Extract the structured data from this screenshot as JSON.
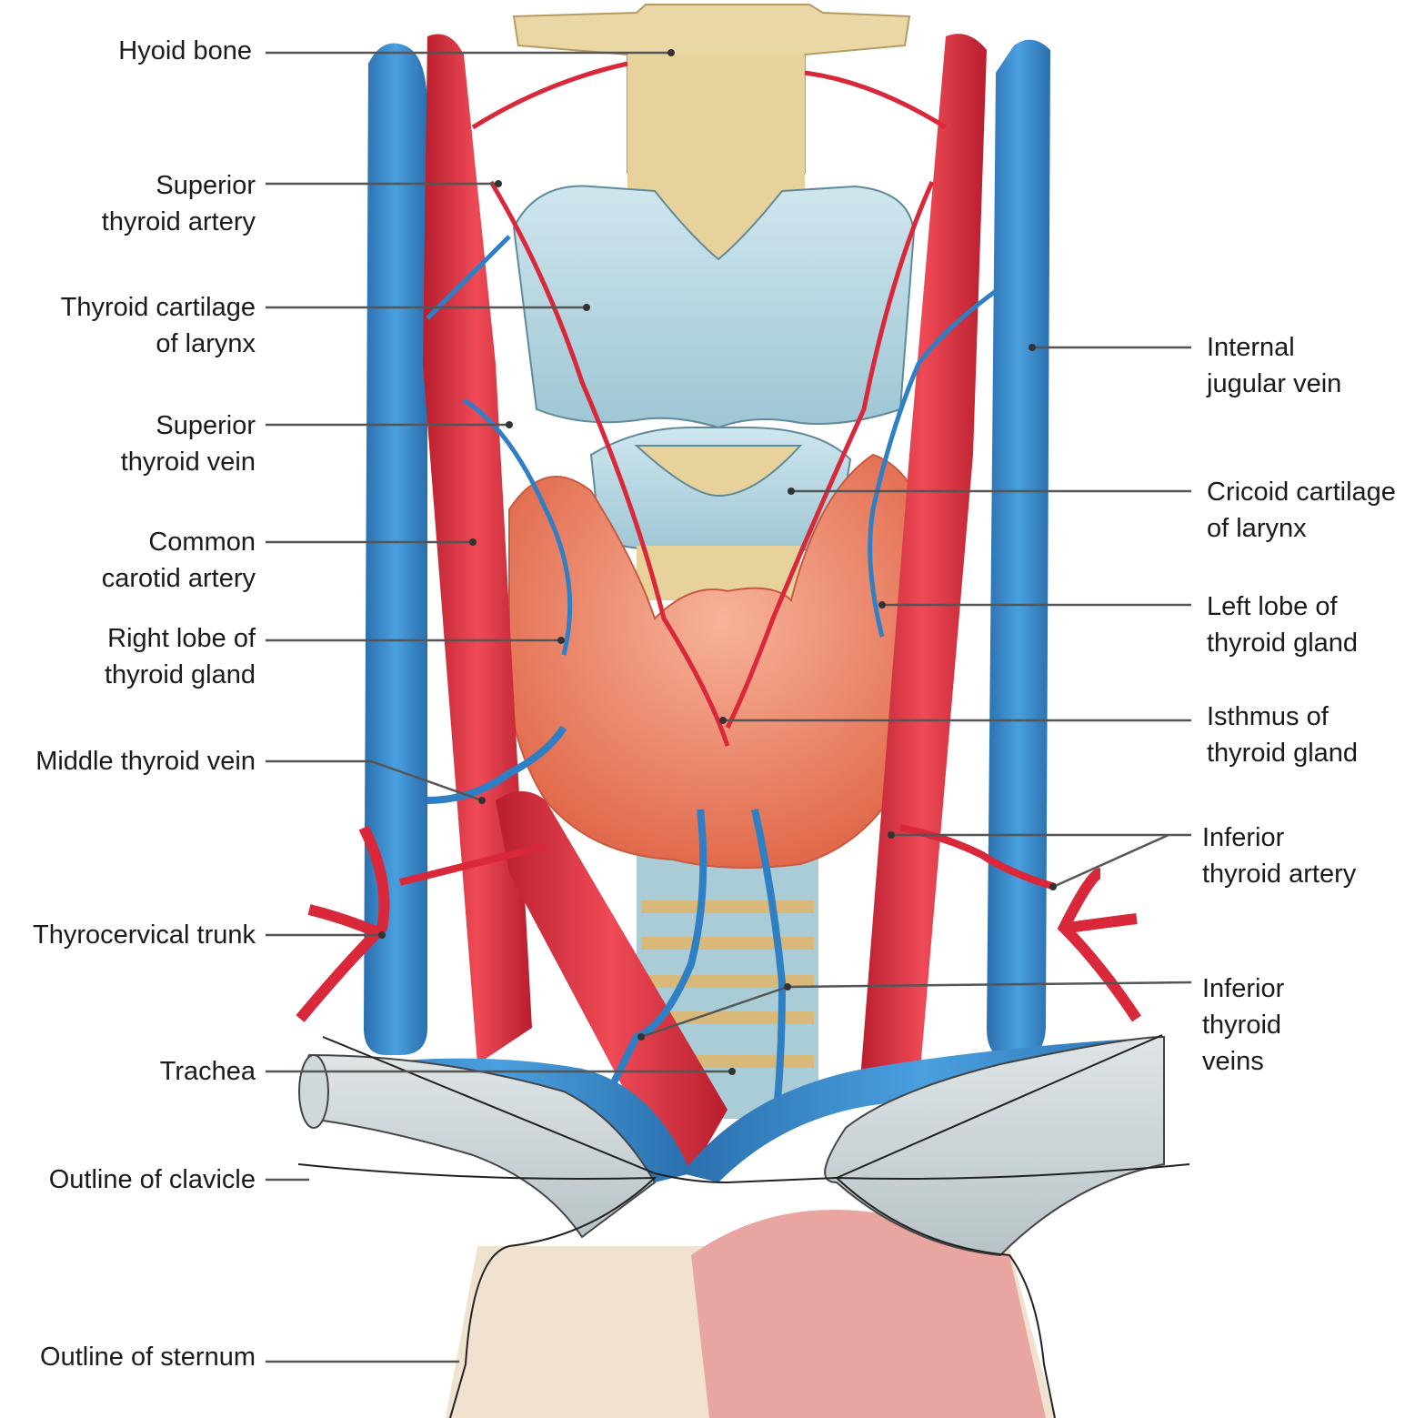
{
  "labels": {
    "hyoid_bone": [
      "Hyoid bone"
    ],
    "superior_thyroid_artery": [
      "Superior",
      "thyroid artery"
    ],
    "thyroid_cartilage": [
      "Thyroid cartilage",
      "of larynx"
    ],
    "superior_thyroid_vein": [
      "Superior",
      "thyroid vein"
    ],
    "common_carotid_artery": [
      "Common",
      "carotid artery"
    ],
    "right_lobe": [
      "Right lobe of",
      "thyroid gland"
    ],
    "middle_thyroid_vein": [
      "Middle thyroid vein"
    ],
    "thyrocervical_trunk": [
      "Thyrocervical trunk"
    ],
    "trachea": [
      "Trachea"
    ],
    "outline_clavicle": [
      "Outline of clavicle"
    ],
    "outline_sternum": [
      "Outline of sternum"
    ],
    "internal_jugular_vein": [
      "Internal",
      "jugular vein"
    ],
    "cricoid_cartilage": [
      "Cricoid cartilage",
      "of larynx"
    ],
    "left_lobe": [
      "Left lobe of",
      "thyroid gland"
    ],
    "isthmus": [
      "Isthmus of",
      "thyroid gland"
    ],
    "inferior_thyroid_artery": [
      "Inferior",
      "thyroid artery"
    ],
    "inferior_thyroid_veins": [
      "Inferior",
      "thyroid",
      "veins"
    ]
  },
  "colors": {
    "artery": "#d8283a",
    "vein": "#2f7fc4",
    "cartilage": "#aed4e0",
    "bone": "#ead7a6",
    "thyroid": "#ef8a6e",
    "clavicle": "#c9d1d4",
    "leader": "#555555"
  }
}
